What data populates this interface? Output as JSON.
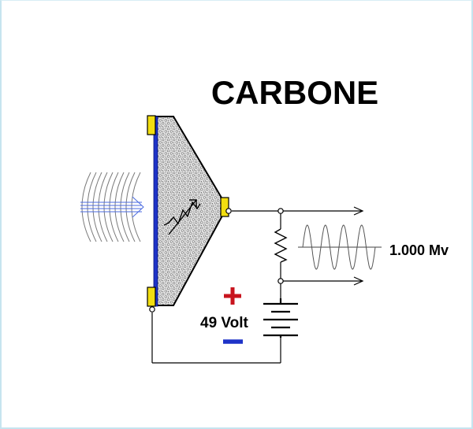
{
  "title": "CARBONE",
  "output_label": "1.000 Mv",
  "voltage_label": "49 Volt",
  "polarity": {
    "positive": "+",
    "negative": "−"
  },
  "colors": {
    "plate": "#1e33c8",
    "terminal": "#f2de10",
    "positive": "#c8141e",
    "negative": "#1e33c8",
    "sound_waves": "#7a7a7a",
    "sound_arrows": "#4b6be0",
    "wire": "#000000"
  },
  "icons": [
    "sound-wave-icon",
    "resistor-icon",
    "battery-icon",
    "sine-wave-icon"
  ]
}
